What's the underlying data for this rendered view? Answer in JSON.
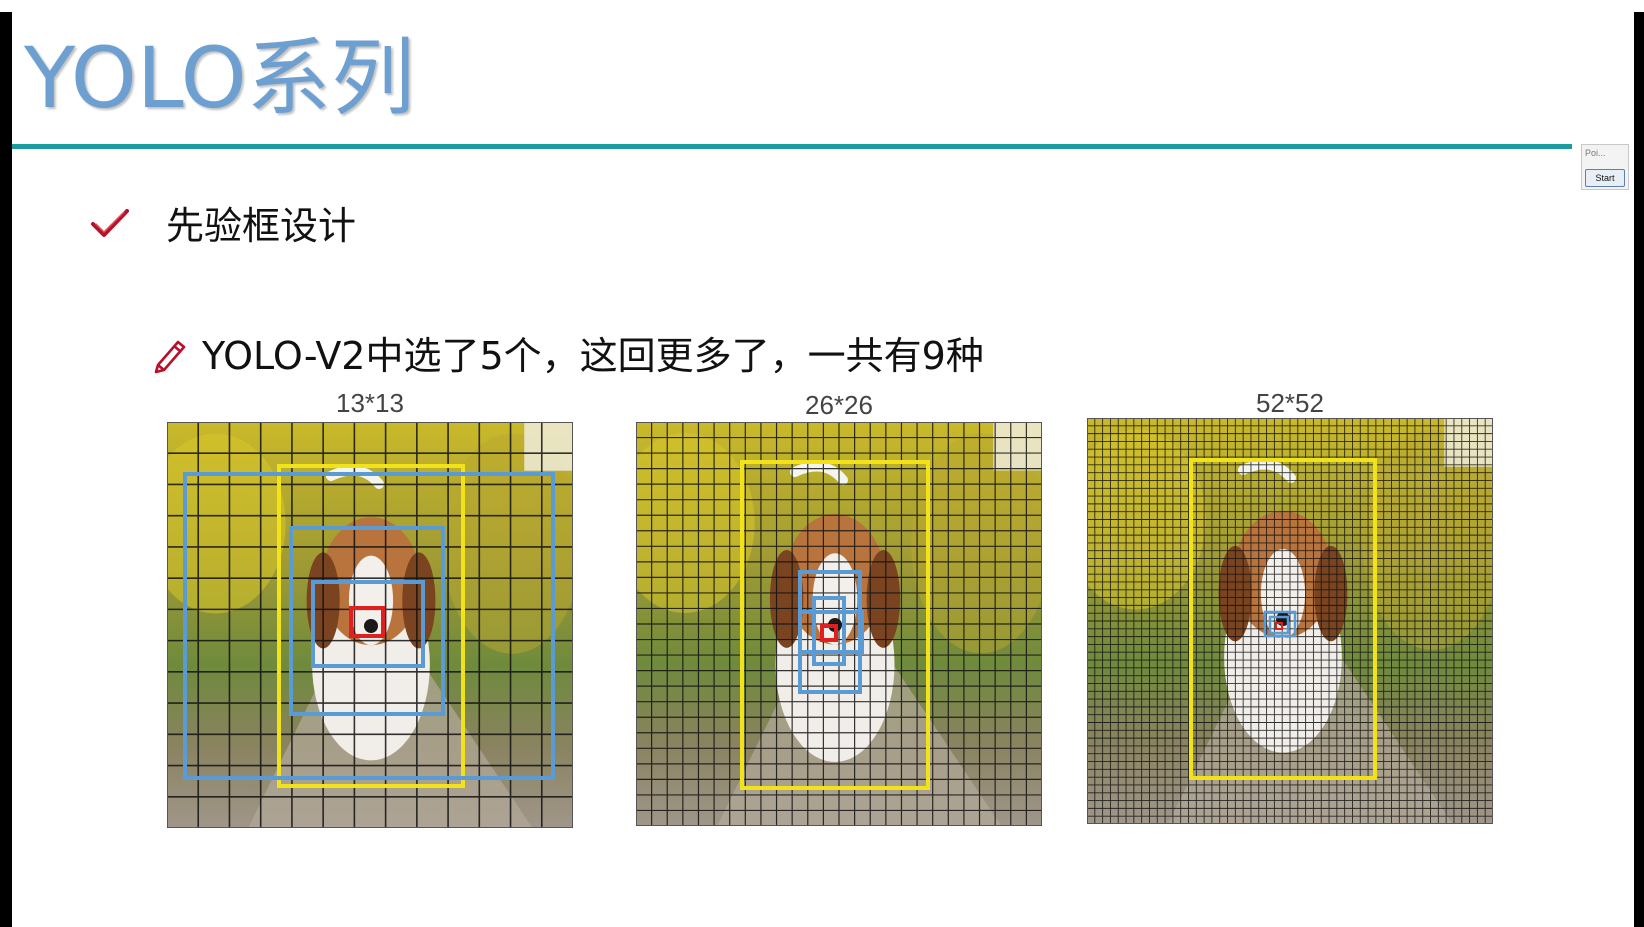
{
  "slide": {
    "title": "YOLO系列",
    "bullet_heading": "先验框设计",
    "bullet_text": "YOLO-V2中选了5个，这回更多了，一共有9种"
  },
  "panels": [
    {
      "caption": "13*13",
      "grid": 13
    },
    {
      "caption": "26*26",
      "grid": 26
    },
    {
      "caption": "52*52",
      "grid": 52
    }
  ],
  "widget": {
    "title": "Poi...",
    "button_label": "Start"
  },
  "colors": {
    "title": "#6e9fd1",
    "rule": "#1b9d9f",
    "anchor_box": "#5b9bd5",
    "gt_box": "#f2e21a",
    "center_cell": "#e02020",
    "check_icon": "#b8102a"
  },
  "icons": {
    "heading": "check-icon",
    "bullet": "pencil-icon"
  }
}
